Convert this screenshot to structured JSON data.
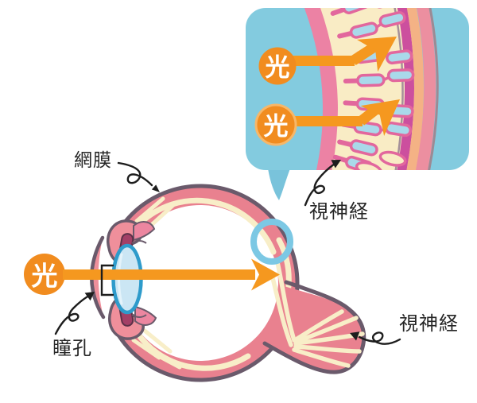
{
  "illustration": {
    "labels": {
      "retina": "網膜",
      "pupil": "瞳孔",
      "optic_nerve_upper": "視神経",
      "optic_nerve_lower": "視神経",
      "light": "光"
    },
    "colors": {
      "light_orange": "#F18C1F",
      "beam_orange": "#F5981F",
      "inset_bubble_blue": "#83CBDF",
      "eyeball_pink": "#E9818F",
      "outline_dark": "#6A5A6B",
      "fiber_cream": "#F9ECC5",
      "lens_fill_blue": "#CBE6F4",
      "lens_outline_blue": "#2E9BCB",
      "retina_band_pink": "#EC82A4",
      "cell_fill_blue": "#A9D9EA",
      "cell_outline_pink": "#E2679D",
      "layer_magenta": "#CC4F9E",
      "layer_peach": "#F4B285",
      "layer_pink": "#EC8FA0",
      "highlight_ring_blue": "#7CC8E4",
      "iris_maroon": "#A33F66",
      "annotation_black": "#1D1D1D"
    }
  }
}
